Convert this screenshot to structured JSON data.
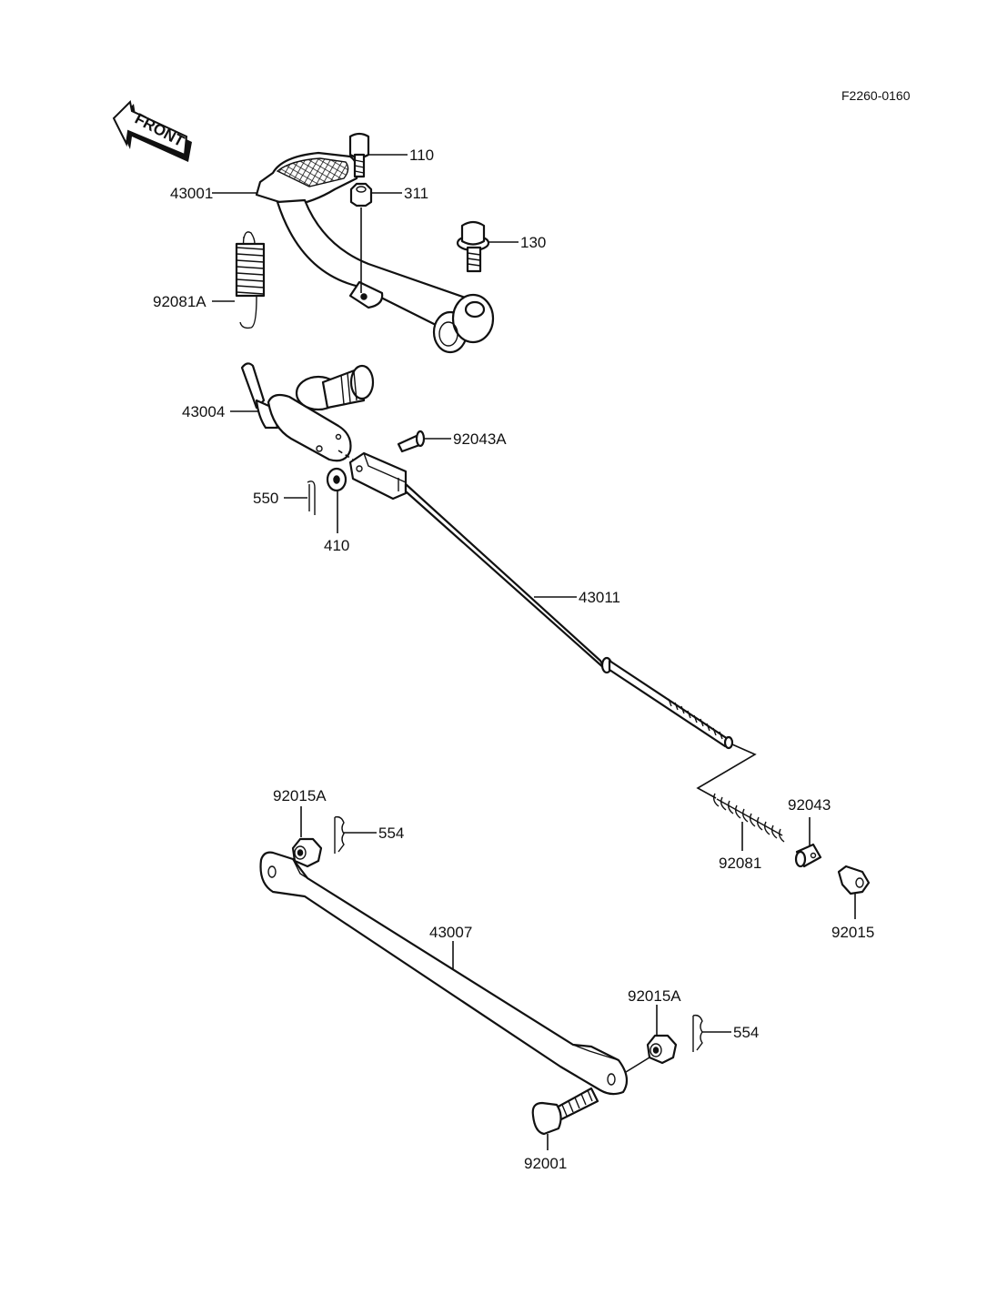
{
  "diagram": {
    "reference_code": "F2260-0160",
    "front_indicator": "FRONT",
    "parts": [
      {
        "id": "43001",
        "description": "brake pedal"
      },
      {
        "id": "110",
        "description": "bolt"
      },
      {
        "id": "311",
        "description": "nut"
      },
      {
        "id": "130",
        "description": "flanged bolt"
      },
      {
        "id": "92081A",
        "description": "return spring"
      },
      {
        "id": "43004",
        "description": "brake shaft lever"
      },
      {
        "id": "92043A",
        "description": "pin"
      },
      {
        "id": "550",
        "description": "cotter pin"
      },
      {
        "id": "410",
        "description": "washer"
      },
      {
        "id": "43011",
        "description": "brake rod"
      },
      {
        "id": "92043",
        "description": "pin / joint"
      },
      {
        "id": "92081",
        "description": "spring"
      },
      {
        "id": "92015",
        "description": "adjuster nut"
      },
      {
        "id": "92015A",
        "description": "nut (upper)"
      },
      {
        "id": "554",
        "description": "clip (upper)"
      },
      {
        "id": "43007",
        "description": "torque link"
      },
      {
        "id": "92015A_2",
        "description": "nut (lower)"
      },
      {
        "id": "554_2",
        "description": "clip (lower)"
      },
      {
        "id": "92001",
        "description": "bolt"
      }
    ],
    "labels": {
      "l43001": "43001",
      "l110": "110",
      "l311": "311",
      "l130": "130",
      "l92081A": "92081A",
      "l43004": "43004",
      "l92043A": "92043A",
      "l550": "550",
      "l410": "410",
      "l43011": "43011",
      "l92043": "92043",
      "l92081": "92081",
      "l92015": "92015",
      "l92015A_top": "92015A",
      "l554_top": "554",
      "l43007": "43007",
      "l92015A_bottom": "92015A",
      "l554_bottom": "554",
      "l92001": "92001"
    }
  }
}
